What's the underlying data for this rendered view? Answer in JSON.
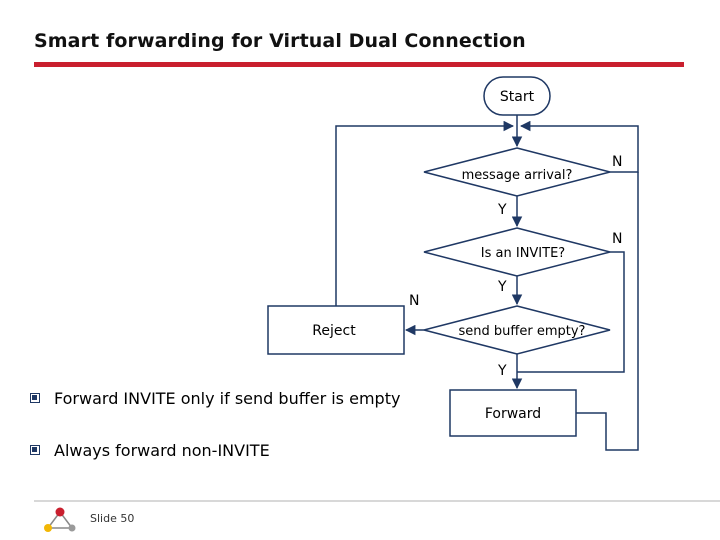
{
  "slide": {
    "title": "Smart forwarding for Virtual Dual Connection",
    "slide_number": "Slide 50",
    "accent_color": "#c91f2e"
  },
  "flowchart": {
    "start": "Start",
    "decision_message": "message arrival?",
    "decision_invite": "Is an INVITE?",
    "decision_buffer": "send buffer empty?",
    "reject": "Reject",
    "forward": "Forward",
    "label_n_top": "N",
    "label_y_1": "Y",
    "label_n_mid": "N",
    "label_y_2": "Y",
    "label_n_left": "N",
    "label_y_3": "Y"
  },
  "bullets": [
    {
      "text": "Forward INVITE only if send buffer is empty"
    },
    {
      "text": "Always forward non-INVITE"
    }
  ],
  "icons": {
    "bullet": "checkbox-bullet-icon",
    "logo": "network-nodes-logo-icon"
  }
}
